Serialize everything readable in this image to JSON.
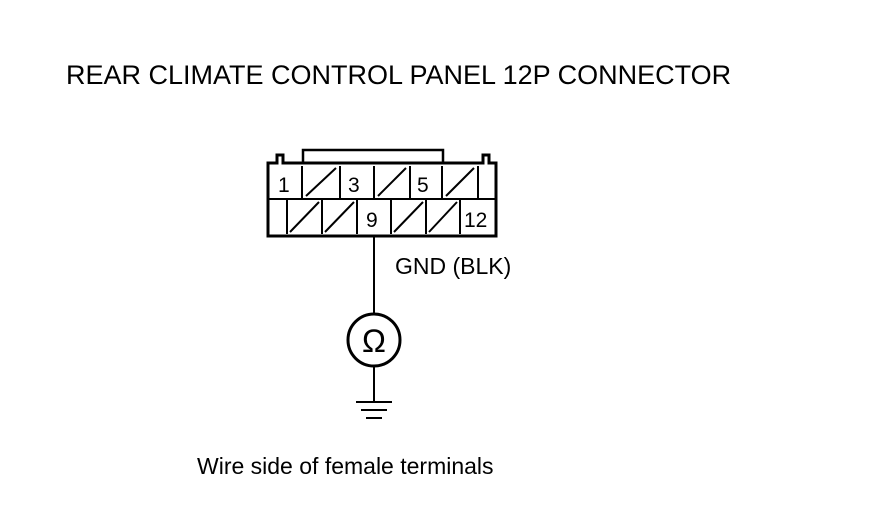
{
  "title": "REAR CLIMATE CONTROL PANEL 12P CONNECTOR",
  "connector": {
    "pins": 12,
    "top_row_labels": [
      "1",
      "3",
      "5"
    ],
    "bottom_row_labels": [
      "9",
      "12"
    ]
  },
  "wire_label": "GND (BLK)",
  "meter_symbol": "Ω",
  "meter_icon": "ohmmeter-icon",
  "ground_icon": "ground-icon",
  "caption": "Wire side of female terminals",
  "colors": {
    "line": "#000000",
    "background": "#ffffff"
  }
}
